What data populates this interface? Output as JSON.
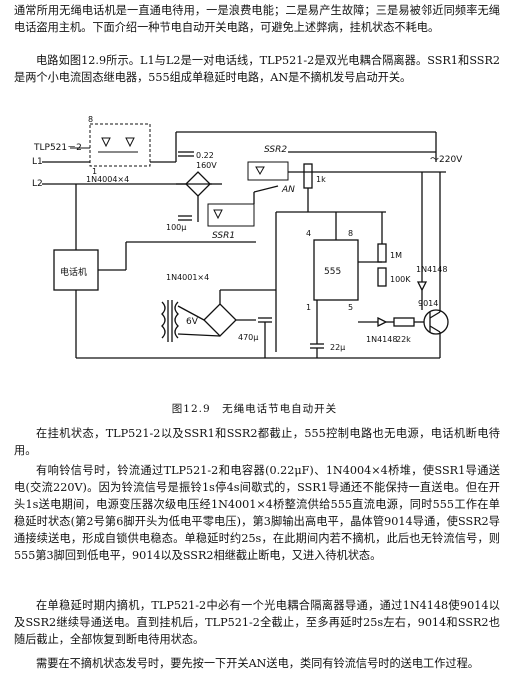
{
  "text": {
    "intro": "通常所用无绳电话机是一直通电待用，一是浪费电能；二是易产生故障；三是易被邻近同频率无绳电话盗用主机。下面介绍一种节电自动开关电路，可避免上述弊病，挂机状态不耗电。",
    "circuit": "电路如图12.9所示。L1与L2是一对电话线，TLP521-2是双光电耦合隔离器。SSR1和SSR2是两个小电流固态继电器，555组成单稳延时电路，AN是不摘机发号启动开关。",
    "caption": "图12.9　无绳电话节电自动开关",
    "p1": "在挂机状态，TLP521-2以及SSR1和SSR2都截止，555控制电路也无电源，电话机断电待用。",
    "p2": "有响铃信号时，铃流通过TLP521-2和电容器(0.22μF)、1N4004×4桥堆，使SSR1导通送电(交流220V)。因为铃流信号是振铃1s停4s间歇式的，SSR1导通还不能保持一直送电。但在开头1s送电期间，电源变压器次级电压经1N4001×4桥整流供给555直流电源，同时555工作在单稳延时状态(第2号第6脚开头为低电平零电压)，第3脚输出高电平，晶体管9014导通，使SSR2导通接续送电，形成自锁供电稳态。单稳延时约25s，在此期间内若不摘机，此后也无铃流信号，则555第3脚回到低电平，9014以及SSR2相继截止断电，又进入待机状态。",
    "p3": "在单稳延时期内摘机，TLP521-2中必有一个光电耦合隔离器导通，通过1N4148使9014以及SSR2继续导通送电。直到挂机后，TLP521-2全截止，至多再延时25s左右，9014和SSR2也随后截止，全部恢复到断电待用状态。",
    "p4": "需要在不摘机状态发号时，要先按一下开关AN送电，类同有铃流信号时的送电工作过程。"
  },
  "figure": {
    "labels": {
      "tlp": "TLP521－2",
      "l1": "L1",
      "l2": "L2",
      "pin8": "8",
      "pin1": "1",
      "cap022": "0.22",
      "v160": "160V",
      "bridge4004": "1N4004×4",
      "ssr2": "SSR2",
      "an": "AN",
      "ssr1": "SSR1",
      "c100": "100μ",
      "r1k": "1k",
      "ac": "～220V",
      "phone": "电话机",
      "bridge4001": "1N4001×4",
      "v6": "6V",
      "c470": "470μ",
      "ic": "555",
      "r1m": "1M",
      "r100k": "100K",
      "d4148a": "1N4148",
      "d4148b": "1N4148",
      "q": "9014",
      "r22k": "22k",
      "c22": "22μ",
      "p8": "8",
      "p4": "4",
      "p1": "1",
      "p5": "5"
    }
  }
}
